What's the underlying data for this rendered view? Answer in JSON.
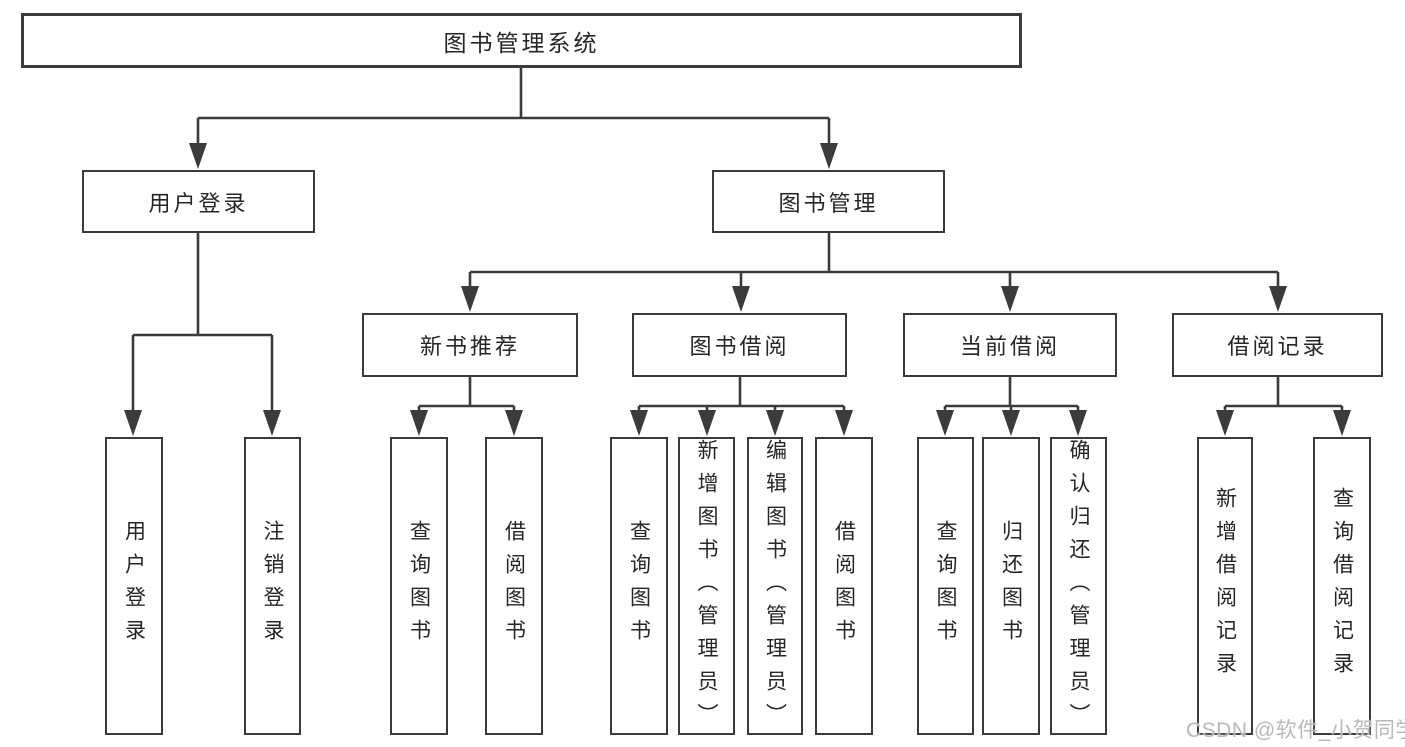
{
  "title": "图书管理系统",
  "level2": [
    {
      "label": "用户登录"
    },
    {
      "label": "图书管理"
    }
  ],
  "level3": [
    {
      "label": "新书推荐"
    },
    {
      "label": "图书借阅"
    },
    {
      "label": "当前借阅"
    },
    {
      "label": "借阅记录"
    }
  ],
  "leaves": [
    {
      "label": "用户登录"
    },
    {
      "label": "注销登录"
    },
    {
      "label": "查询图书"
    },
    {
      "label": "借阅图书"
    },
    {
      "label": "查询图书"
    },
    {
      "label": "新增图书（管理员）"
    },
    {
      "label": "编辑图书（管理员）"
    },
    {
      "label": "借阅图书"
    },
    {
      "label": "查询图书"
    },
    {
      "label": "归还图书"
    },
    {
      "label": "确认归还（管理员）"
    },
    {
      "label": "新增借阅记录"
    },
    {
      "label": "查询借阅记录"
    }
  ],
  "watermark": "CSDN @软件_小贺同学",
  "colors": {
    "line": "#3b3b3b",
    "box_border": "#3b3b3b",
    "text": "#262626",
    "background": "#ffffff",
    "watermark": "#b9b9b9"
  }
}
